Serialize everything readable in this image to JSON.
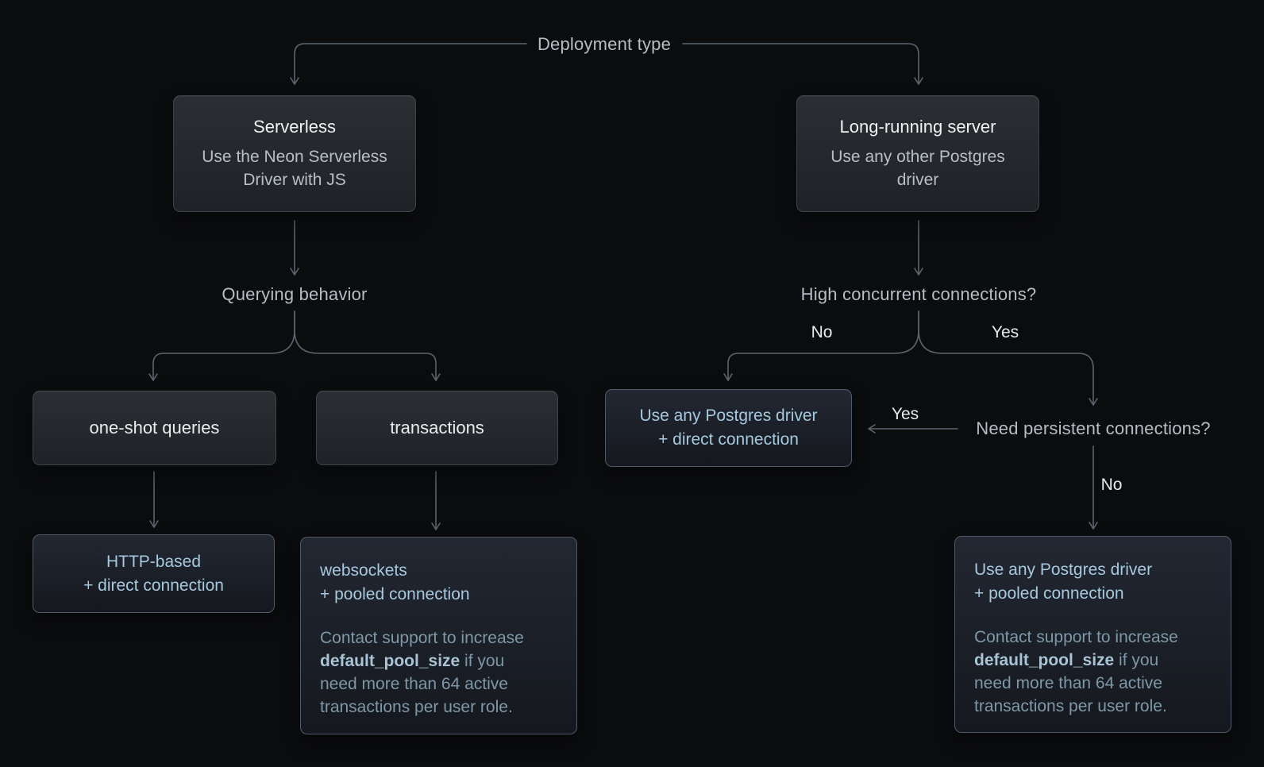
{
  "colors": {
    "background": "#0b0c0e",
    "connector_line": "#5d646d",
    "plain_box_border": "#3f434a",
    "result_box_border": "#4f5b6a",
    "result_text_blue": "#a6c9dd",
    "result_note_blue": "#7f98a8",
    "label_gray": "#b7bdc5"
  },
  "root": {
    "label": "Deployment type"
  },
  "serverless": {
    "title": "Serverless",
    "subtitle": "Use the Neon Serverless Driver with JS",
    "question": "Querying behavior",
    "oneshot_label": "one-shot queries",
    "transactions_label": "transactions",
    "http_result": {
      "line1": "HTTP-based",
      "line2": "+ direct connection"
    },
    "ws_result": {
      "line1": "websockets",
      "line2": "+ pooled connection",
      "note_line1": "Contact support to increase",
      "note_line2_bold": "default_pool_size",
      "note_line2_rest": " if you",
      "note_line3": "need more than 64 active",
      "note_line4": "transactions per user role."
    }
  },
  "server": {
    "title": "Long-running server",
    "subtitle": "Use any other Postgres driver",
    "question": "High concurrent connections?",
    "branch_no": "No",
    "branch_yes": "Yes",
    "direct_result": {
      "line1": "Use any Postgres driver",
      "line2": "+ direct connection"
    },
    "persistent_question": "Need persistent connections?",
    "persistent_yes": "Yes",
    "persistent_no": "No",
    "pooled_result": {
      "line1": "Use any Postgres driver",
      "line2": "+ pooled connection",
      "note_line1": "Contact support to increase",
      "note_line2_bold": "default_pool_size",
      "note_line2_rest": " if you",
      "note_line3": "need more than 64 active",
      "note_line4": "transactions per user role."
    }
  }
}
